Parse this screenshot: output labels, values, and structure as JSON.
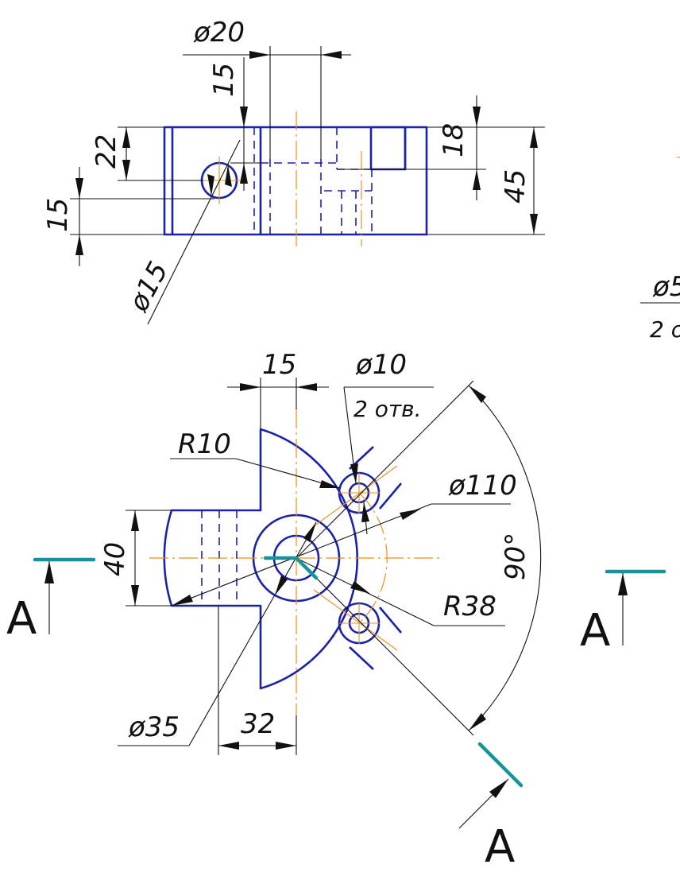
{
  "colors": {
    "outline": "#1a22a8",
    "axis": "#e8901e",
    "dimension": "#111111",
    "cutting_plane": "#15959a"
  },
  "top_view": {
    "dims": {
      "d20": "ø20",
      "h15_top": "15",
      "h22": "22",
      "h15_left": "15",
      "d15": "ø15",
      "h18": "18",
      "h45": "45"
    }
  },
  "plan_view": {
    "dims": {
      "w15": "15",
      "d10": "ø10",
      "holes": "2 отв.",
      "r10": "R10",
      "d110": "ø110",
      "h40": "40",
      "angle90": "90°",
      "r38": "R38",
      "d35": "ø35",
      "w32": "32"
    },
    "section_labels": {
      "left": "A",
      "bottom": "A"
    }
  },
  "right_cut": {
    "dim_fragment": "ø5",
    "note_fragment": "2 о",
    "section_label": "A"
  }
}
